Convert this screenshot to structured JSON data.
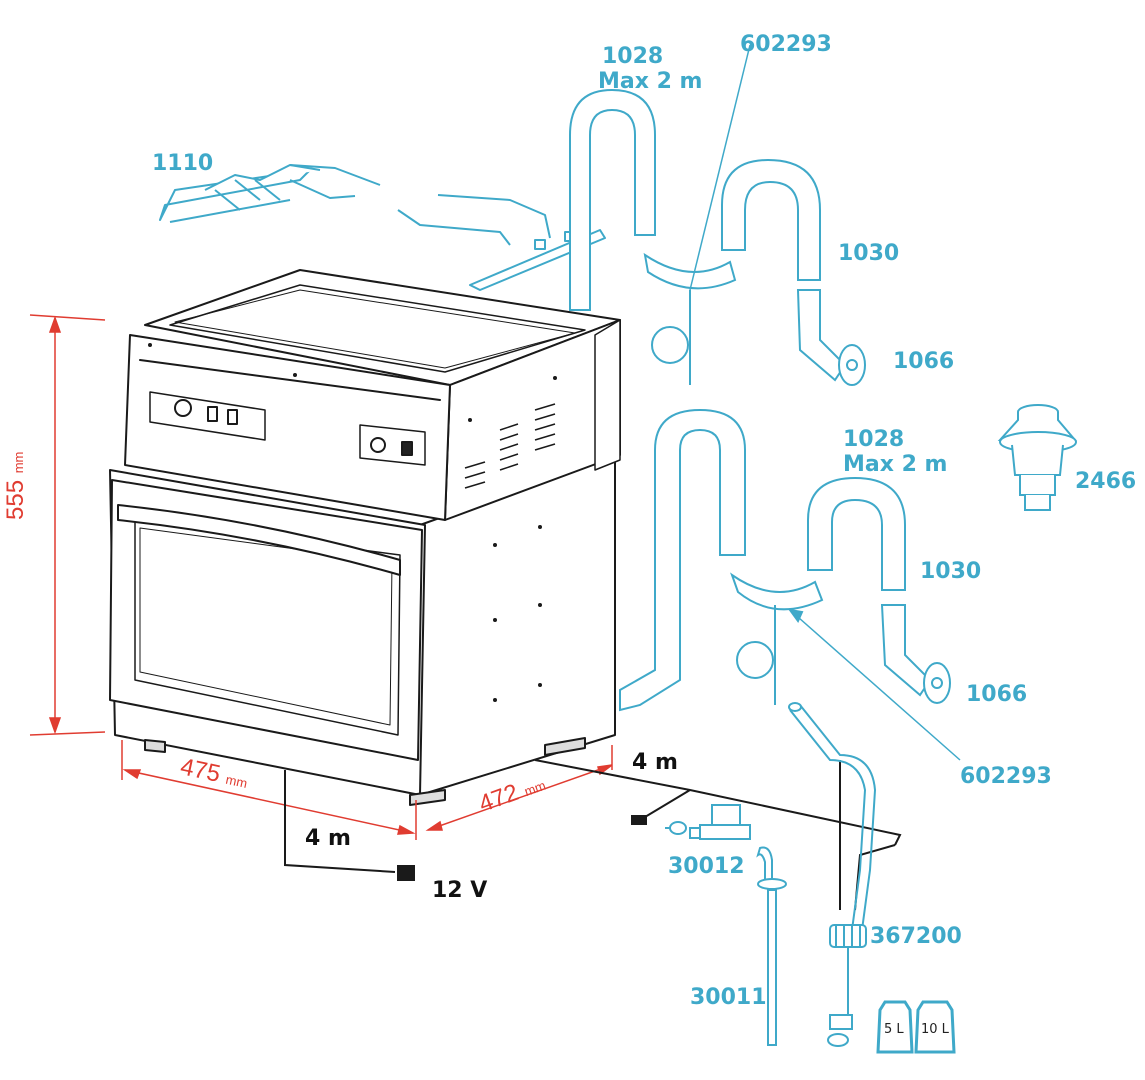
{
  "colors": {
    "accent": "#3fa9c9",
    "dimension": "#e03c31",
    "outline": "#1a1a1a"
  },
  "labels": {
    "rack": "1110",
    "hose_top_code": "1028",
    "hose_top_max": "Max 2 m",
    "valve_top": "602293",
    "hose_top_1030": "1030",
    "flange_top": "1066",
    "adapter": "2466",
    "hose_mid_code": "1028",
    "hose_mid_max": "Max 2 m",
    "hose_mid_1030": "1030",
    "flange_mid": "1066",
    "valve_mid": "602293",
    "solenoid": "30012",
    "nozzle": "30011",
    "cap": "367200",
    "tank_small": "5 L",
    "tank_large": "10 L"
  },
  "dims": {
    "height": "555",
    "height_unit": "mm",
    "width": "475",
    "width_unit": "mm",
    "depth": "472",
    "depth_unit": "mm"
  },
  "cables": {
    "power_length": "4 m",
    "power_voltage": "12 V",
    "water_length": "4 m"
  }
}
